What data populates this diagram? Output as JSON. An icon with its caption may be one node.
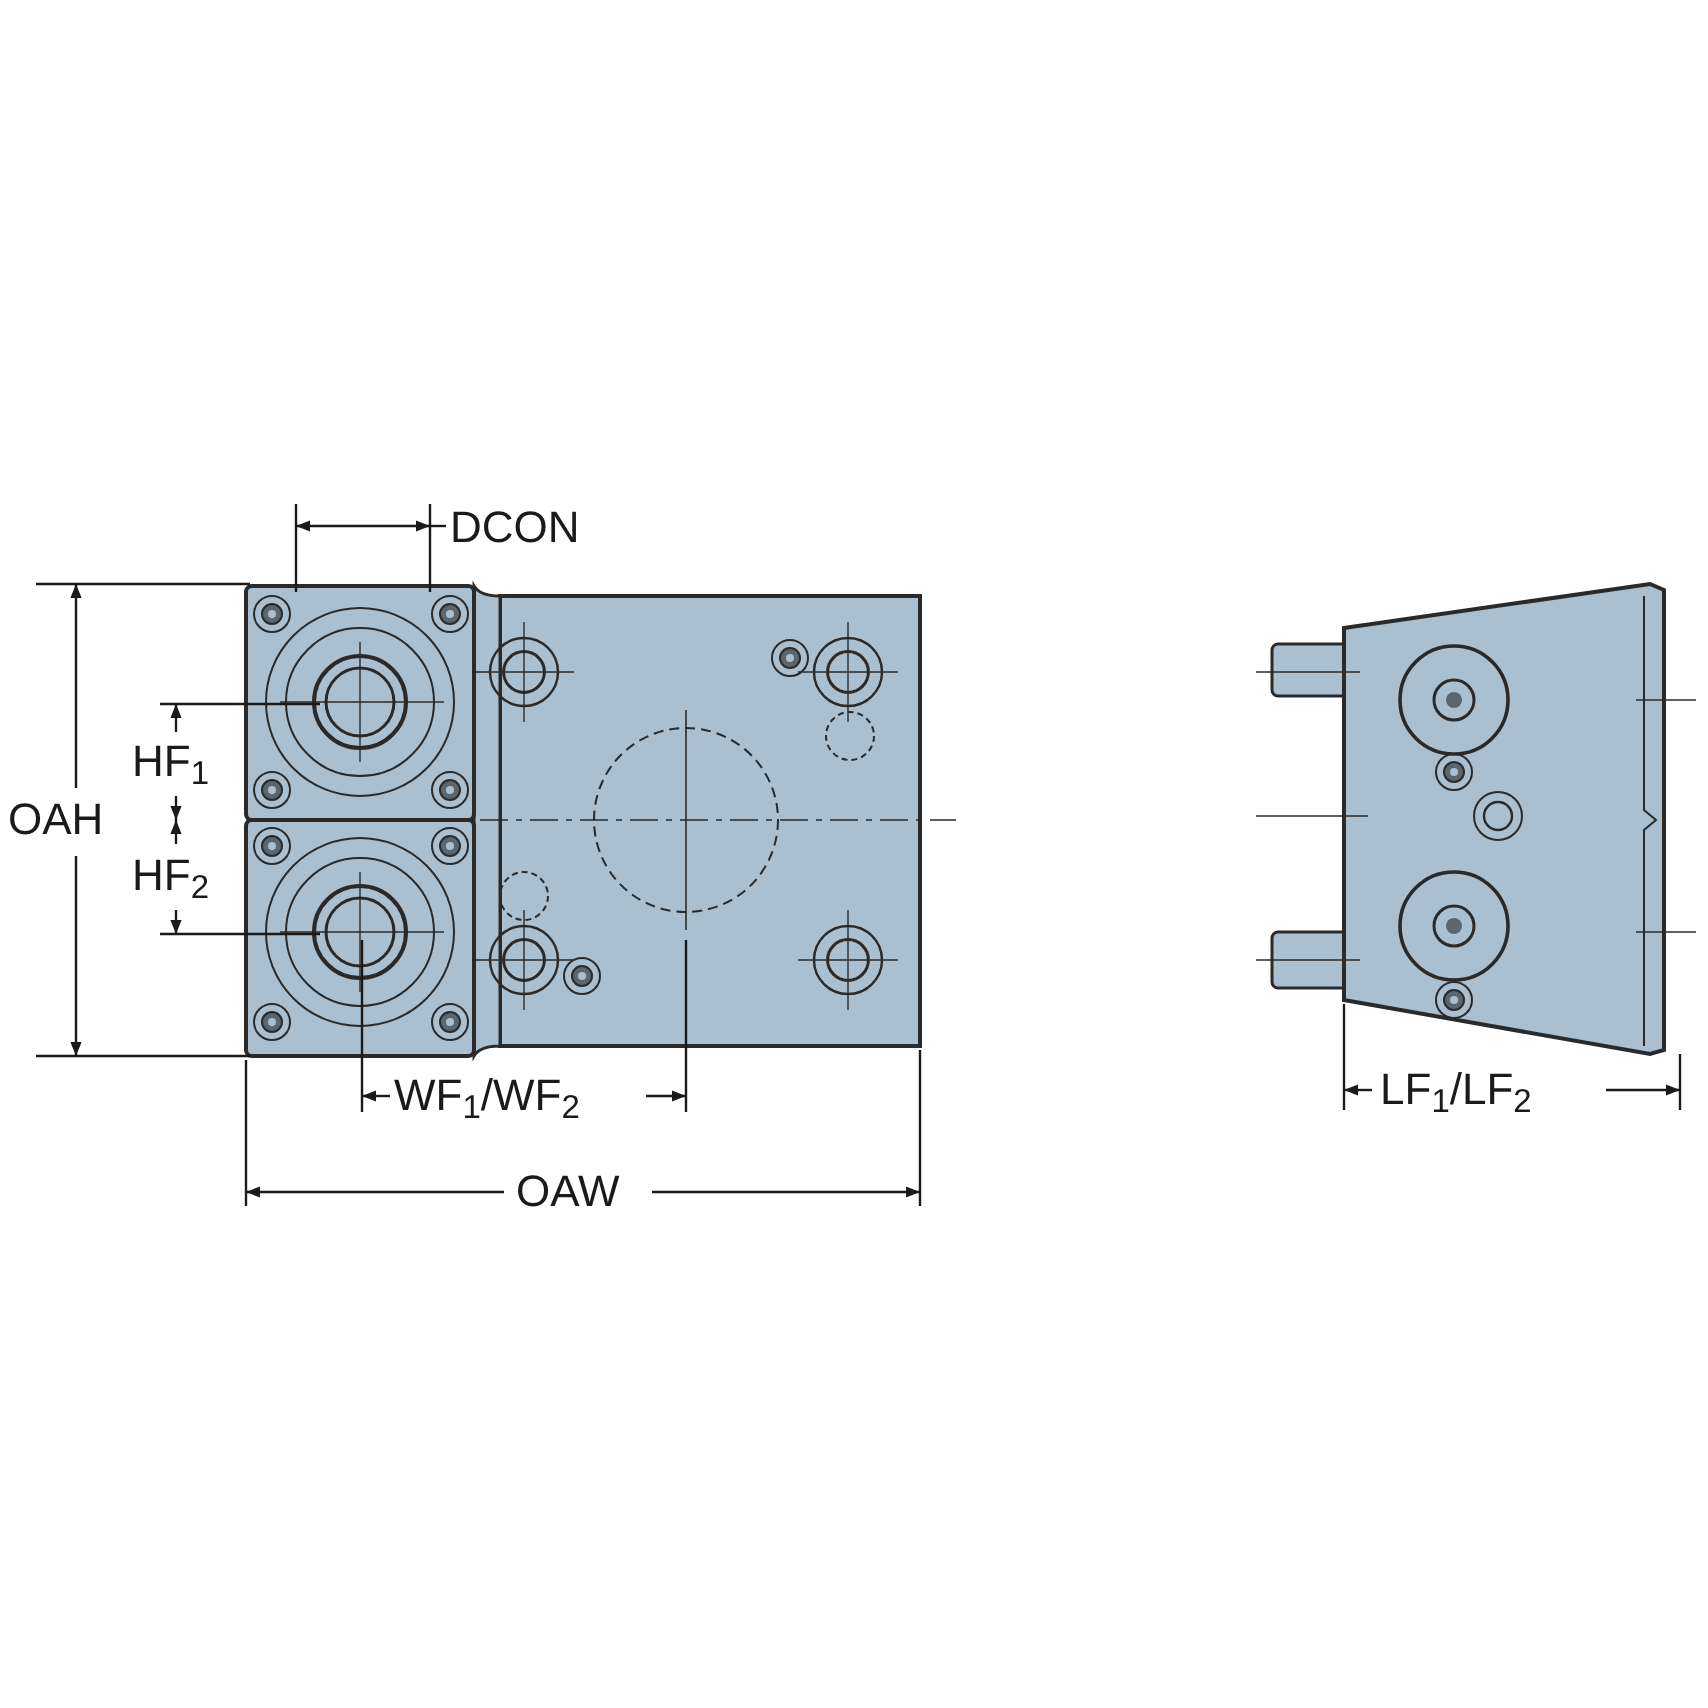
{
  "diagram": {
    "labels": [
      "DCON",
      "OAH",
      "HF$_{1}$",
      "HF$_{2}$",
      "WF$_{1}$/WF$_{2}$",
      "OAW",
      "LF$_{1}$/LF$_{2}$"
    ]
  }
}
